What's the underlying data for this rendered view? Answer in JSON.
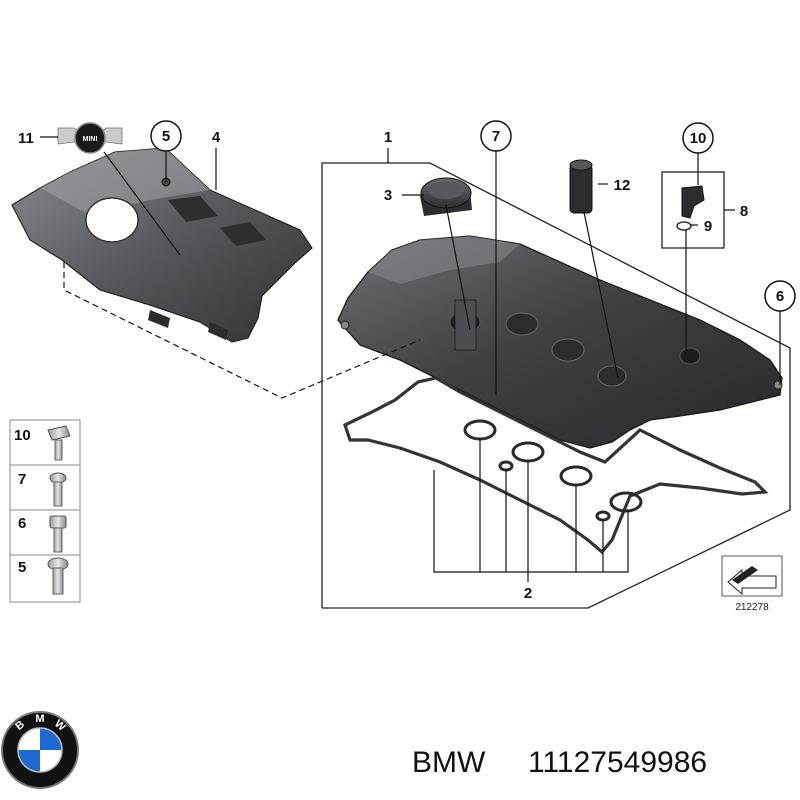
{
  "diagram": {
    "callouts": {
      "c1": "1",
      "c2": "2",
      "c3": "3",
      "c4": "4",
      "c5": "5",
      "c6": "6",
      "c7": "7",
      "c8": "8",
      "c9": "9",
      "c10": "10",
      "c11": "11",
      "c12": "12"
    },
    "legend": [
      {
        "num": "10"
      },
      {
        "num": "7"
      },
      {
        "num": "6"
      },
      {
        "num": "5"
      }
    ],
    "diagram_number": "212278",
    "mini_badge_text": "MINI"
  },
  "footer": {
    "brand": "BMW",
    "part_number": "11127549986",
    "logo_letters": [
      "B",
      "M",
      "W"
    ],
    "logo_colors": {
      "blue": "#1c69d4",
      "white": "#ffffff",
      "ring": "#111111"
    }
  }
}
